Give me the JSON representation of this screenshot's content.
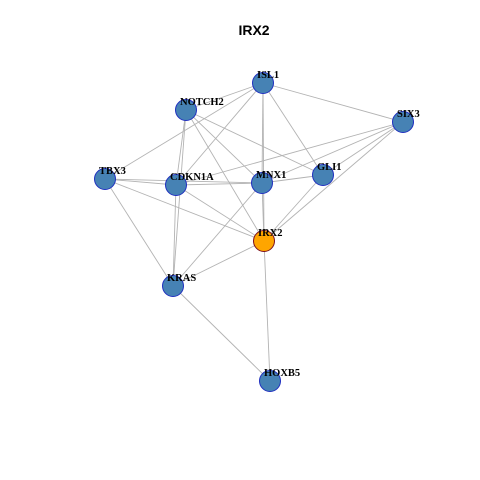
{
  "title": "IRX2",
  "colors": {
    "node_fill": "#4682b4",
    "node_stroke": "#1f2fbf",
    "focus_fill": "#ffa500",
    "focus_stroke": "#7a1020",
    "edge": "#b3b3b3"
  },
  "nodes": [
    {
      "id": "ISL1",
      "label": "ISL1",
      "focus": false
    },
    {
      "id": "NOTCH2",
      "label": "NOTCH2",
      "focus": false
    },
    {
      "id": "SIX3",
      "label": "SIX3",
      "focus": false
    },
    {
      "id": "TBX3",
      "label": "TBX3",
      "focus": false
    },
    {
      "id": "CDKN1A",
      "label": "CDKN1A",
      "focus": false
    },
    {
      "id": "MNX1",
      "label": "MNX1",
      "focus": false
    },
    {
      "id": "GLI1",
      "label": "GLI1",
      "focus": false
    },
    {
      "id": "IRX2",
      "label": "IRX2",
      "focus": true
    },
    {
      "id": "KRAS",
      "label": "KRAS",
      "focus": false
    },
    {
      "id": "HOXB5",
      "label": "HOXB5",
      "focus": false
    }
  ],
  "edges": [
    [
      "ISL1",
      "NOTCH2"
    ],
    [
      "ISL1",
      "SIX3"
    ],
    [
      "ISL1",
      "TBX3"
    ],
    [
      "ISL1",
      "CDKN1A"
    ],
    [
      "ISL1",
      "MNX1"
    ],
    [
      "ISL1",
      "GLI1"
    ],
    [
      "ISL1",
      "IRX2"
    ],
    [
      "NOTCH2",
      "CDKN1A"
    ],
    [
      "NOTCH2",
      "MNX1"
    ],
    [
      "NOTCH2",
      "GLI1"
    ],
    [
      "NOTCH2",
      "IRX2"
    ],
    [
      "NOTCH2",
      "KRAS"
    ],
    [
      "SIX3",
      "MNX1"
    ],
    [
      "SIX3",
      "GLI1"
    ],
    [
      "SIX3",
      "IRX2"
    ],
    [
      "SIX3",
      "CDKN1A"
    ],
    [
      "TBX3",
      "CDKN1A"
    ],
    [
      "TBX3",
      "MNX1"
    ],
    [
      "TBX3",
      "IRX2"
    ],
    [
      "TBX3",
      "KRAS"
    ],
    [
      "CDKN1A",
      "MNX1"
    ],
    [
      "CDKN1A",
      "IRX2"
    ],
    [
      "CDKN1A",
      "KRAS"
    ],
    [
      "MNX1",
      "GLI1"
    ],
    [
      "MNX1",
      "IRX2"
    ],
    [
      "MNX1",
      "KRAS"
    ],
    [
      "GLI1",
      "IRX2"
    ],
    [
      "IRX2",
      "KRAS"
    ],
    [
      "IRX2",
      "HOXB5"
    ],
    [
      "KRAS",
      "HOXB5"
    ]
  ]
}
